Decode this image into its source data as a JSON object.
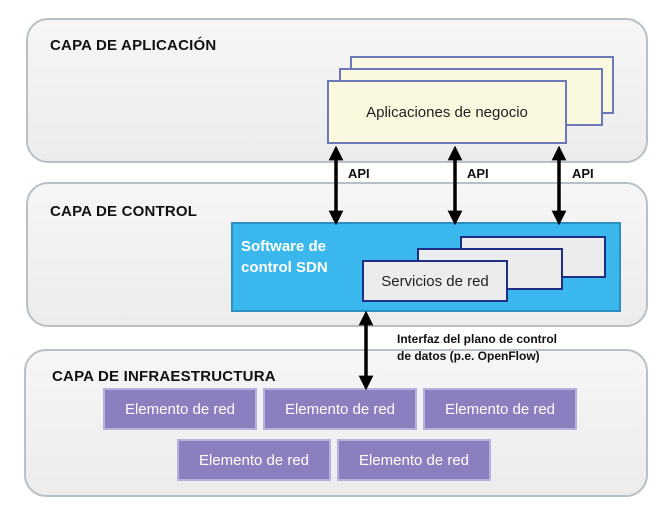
{
  "layers": {
    "application": {
      "title": "CAPA DE APLICACIÓN",
      "card_label": "Aplicaciones de negocio"
    },
    "control": {
      "title": "CAPA DE CONTROL",
      "software_label": "Software de\ncontrol SDN",
      "service_label": "Servicios de red"
    },
    "infrastructure": {
      "title": "CAPA DE INFRAESTRUCTURA",
      "elements": [
        "Elemento de red",
        "Elemento de red",
        "Elemento de red",
        "Elemento de red",
        "Elemento de red"
      ]
    }
  },
  "api_labels": [
    "API",
    "API",
    "API"
  ],
  "interface_label": "Interfaz del plano de control\nde datos (p.e. OpenFlow)",
  "colors": {
    "sdn_box": "#3ab8ee",
    "network_element": "#8c7fc0",
    "app_card": "#fbf8e0"
  }
}
